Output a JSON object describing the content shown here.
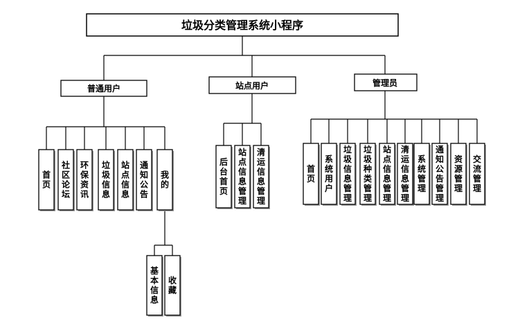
{
  "title": "垃圾分类管理系统小程序",
  "groups": [
    {
      "label": "普通用户",
      "items": [
        "首页",
        "社区论坛",
        "环保资讯",
        "垃圾信息",
        "站点信息",
        "通知公告",
        "我的"
      ]
    },
    {
      "label": "站点用户",
      "items": [
        "后台首页",
        "站点信息管理",
        "清运信息管理"
      ]
    },
    {
      "label": "管理员",
      "items": [
        "首页",
        "系统用户",
        "垃圾信息管理",
        "垃圾种类管理",
        "站点信息管理",
        "清运信息管理",
        "系统管理",
        "通知公告管理",
        "资源管理",
        "交流管理"
      ]
    }
  ],
  "subgroup": {
    "parent": "我的",
    "items": [
      "基本信息",
      "收藏"
    ]
  }
}
